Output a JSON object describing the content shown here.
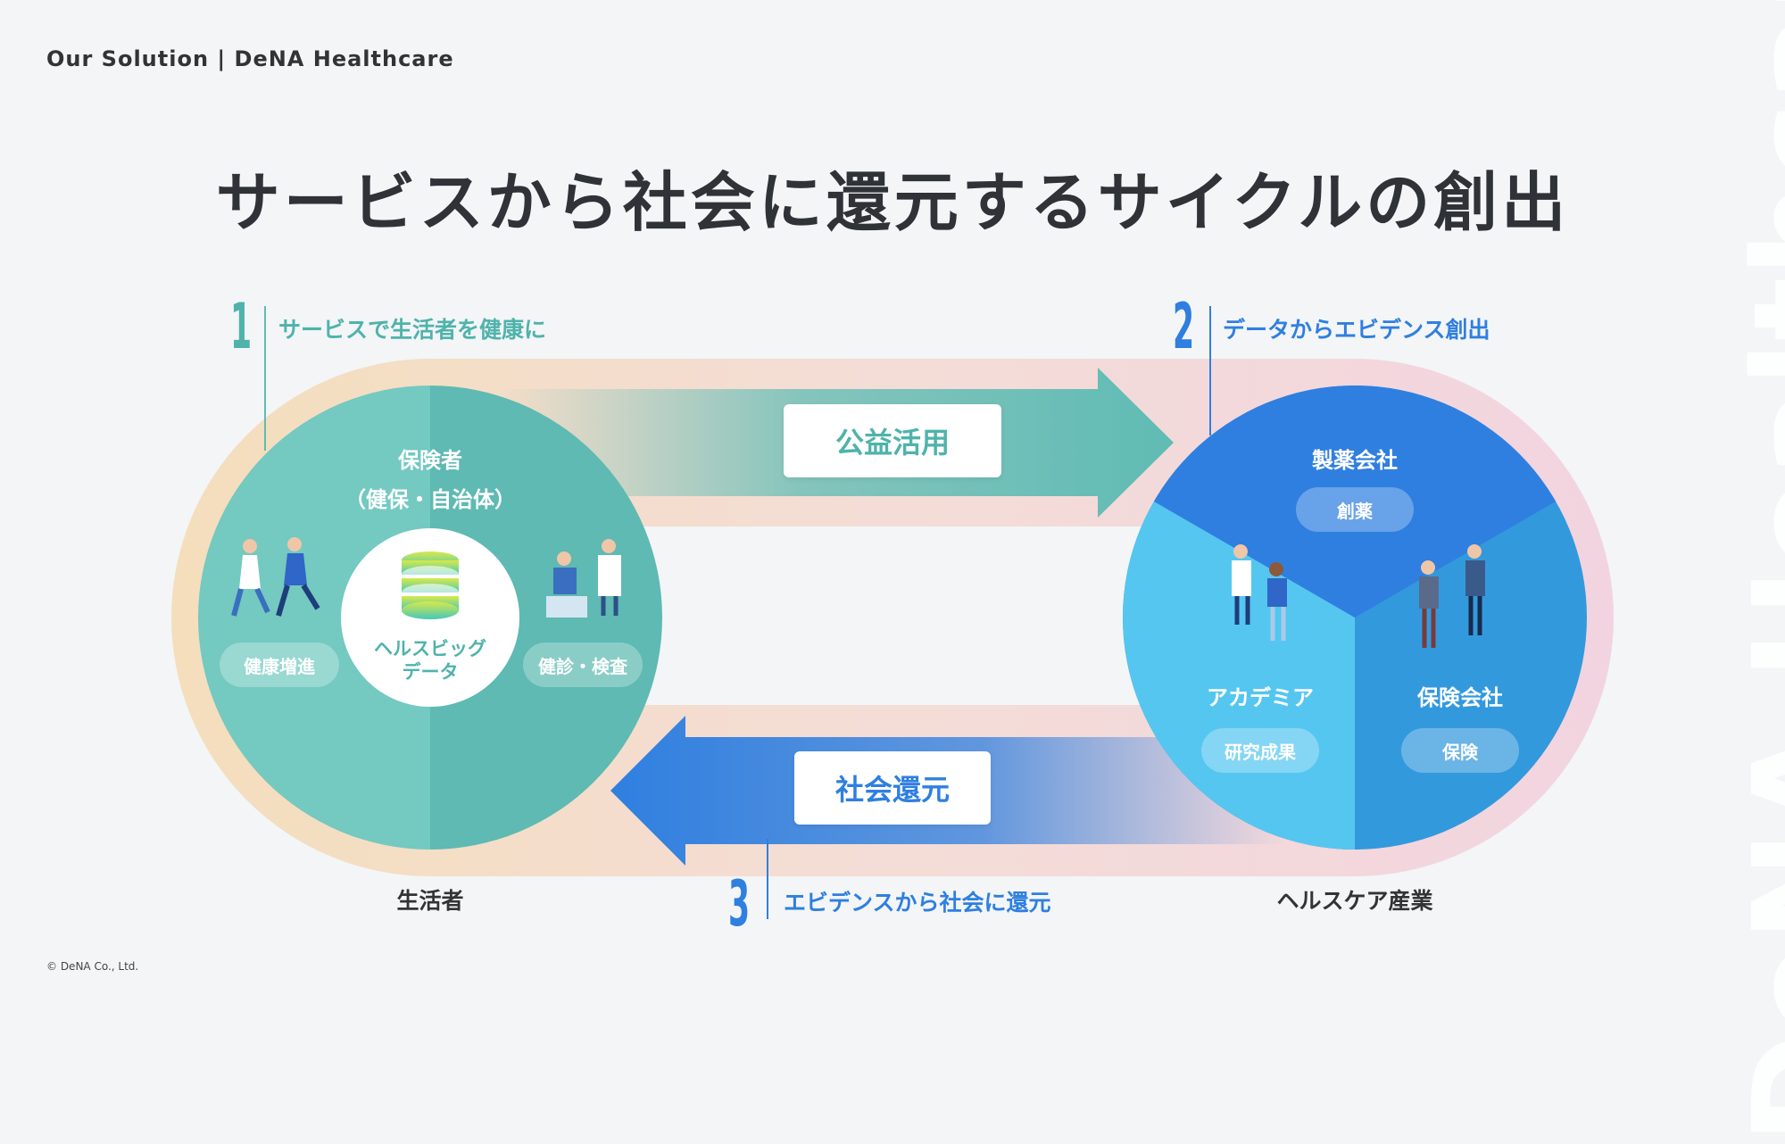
{
  "header": "Our Solution | DeNA Healthcare",
  "title": "サービスから社会に還元するサイクルの創出",
  "watermark": "DeNA Healthcare",
  "copyright": "© DeNA Co., Ltd.",
  "steps": [
    {
      "num": "1",
      "text": "サービスで生活者を健康に"
    },
    {
      "num": "2",
      "text": "データからエビデンス創出"
    },
    {
      "num": "3",
      "text": "エビデンスから社会に還元"
    }
  ],
  "left_circle": {
    "title": "保険者",
    "subtitle": "（健保・自治体）",
    "center_line1": "ヘルスビッグ",
    "center_line2": "データ",
    "pill_left": "健康増進",
    "pill_right": "健診・検査",
    "caption": "生活者"
  },
  "right_circle": {
    "top_title": "製薬会社",
    "top_pill": "創薬",
    "left_title": "アカデミア",
    "left_pill": "研究成果",
    "right_title": "保険会社",
    "right_pill": "保険",
    "caption": "ヘルスケア産業"
  },
  "arrows": {
    "top_label": "公益活用",
    "bottom_label": "社会還元"
  },
  "colors": {
    "teal": "#5fbcb4",
    "blue": "#2f7fe0",
    "light_blue": "#55c6f0",
    "mid_blue": "#3399dd"
  }
}
